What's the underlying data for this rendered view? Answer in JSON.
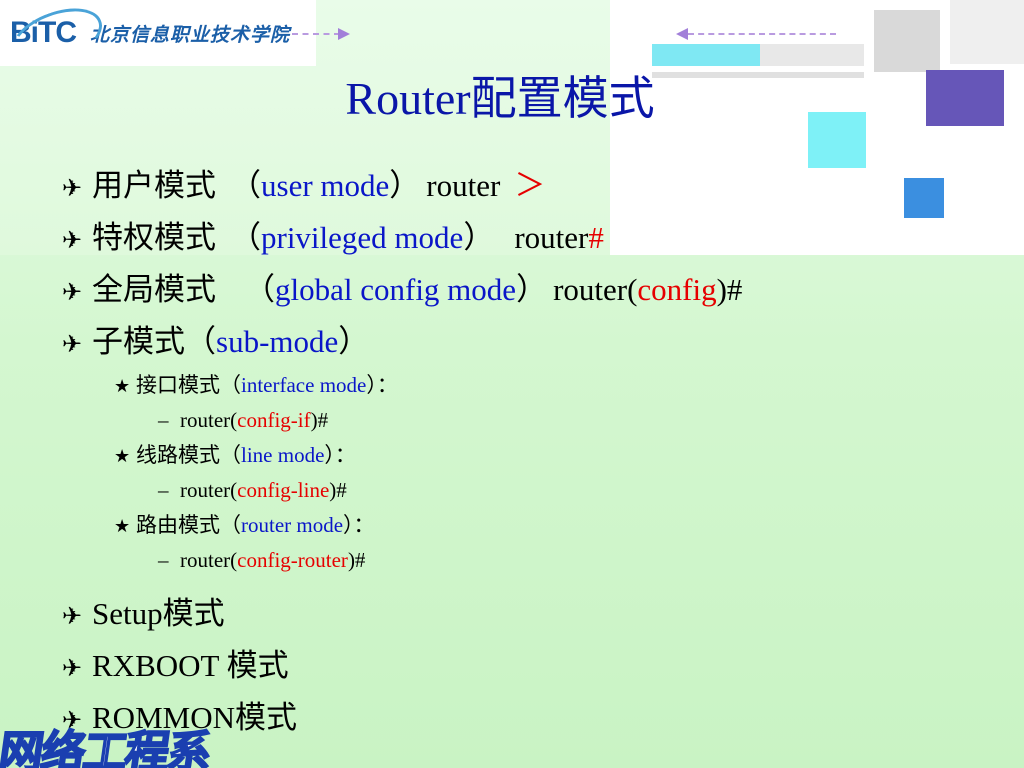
{
  "logo": {
    "mark": "BiTC",
    "school": "北京信息职业技术学院"
  },
  "title": "Router配置模式",
  "colors": {
    "title": "#0a16a8",
    "mode": "#0a16c8",
    "prompt_highlight": "#e60000",
    "background": "#d4f7d0"
  },
  "icons": {
    "level1_bullet": "airplane-arrow-icon",
    "level2_bullet": "star-icon",
    "level3_bullet": "dash"
  },
  "items": [
    {
      "cn": "用户模式",
      "open": "（",
      "mode": "user mode",
      "close": "）",
      "prompt_a": "router",
      "prompt_hl": "＞",
      "prompt_b": ""
    },
    {
      "cn": "特权模式",
      "open": "（",
      "mode": "privileged mode",
      "close": "）",
      "prompt_a": "router",
      "prompt_hl": "#",
      "prompt_b": ""
    },
    {
      "cn": "全局模式",
      "open": "（",
      "mode": "global config mode",
      "close": "）",
      "prompt_a": "router(",
      "prompt_hl": "config",
      "prompt_b": ")#"
    },
    {
      "cn": "子模式",
      "open": "（",
      "mode": "sub-mode",
      "close": "）"
    }
  ],
  "submodes": [
    {
      "cn": "接口模式",
      "open": "（",
      "mode": "interface mode",
      "close": "）：",
      "prompt_a": "router(",
      "prompt_hl": "config-if",
      "prompt_b": ")#"
    },
    {
      "cn": "线路模式",
      "open": "（",
      "mode": "line mode",
      "close": "）：",
      "prompt_a": "router(",
      "prompt_hl": "config-line",
      "prompt_b": ")#"
    },
    {
      "cn": "路由模式",
      "open": "（",
      "mode": "router mode",
      "close": "）：",
      "prompt_a": "router(",
      "prompt_hl": "config-router",
      "prompt_b": ")#"
    }
  ],
  "bottom_items": [
    "Setup模式",
    "RXBOOT 模式",
    "ROMMON模式"
  ],
  "dash": "–",
  "watermark": "网络工程系"
}
